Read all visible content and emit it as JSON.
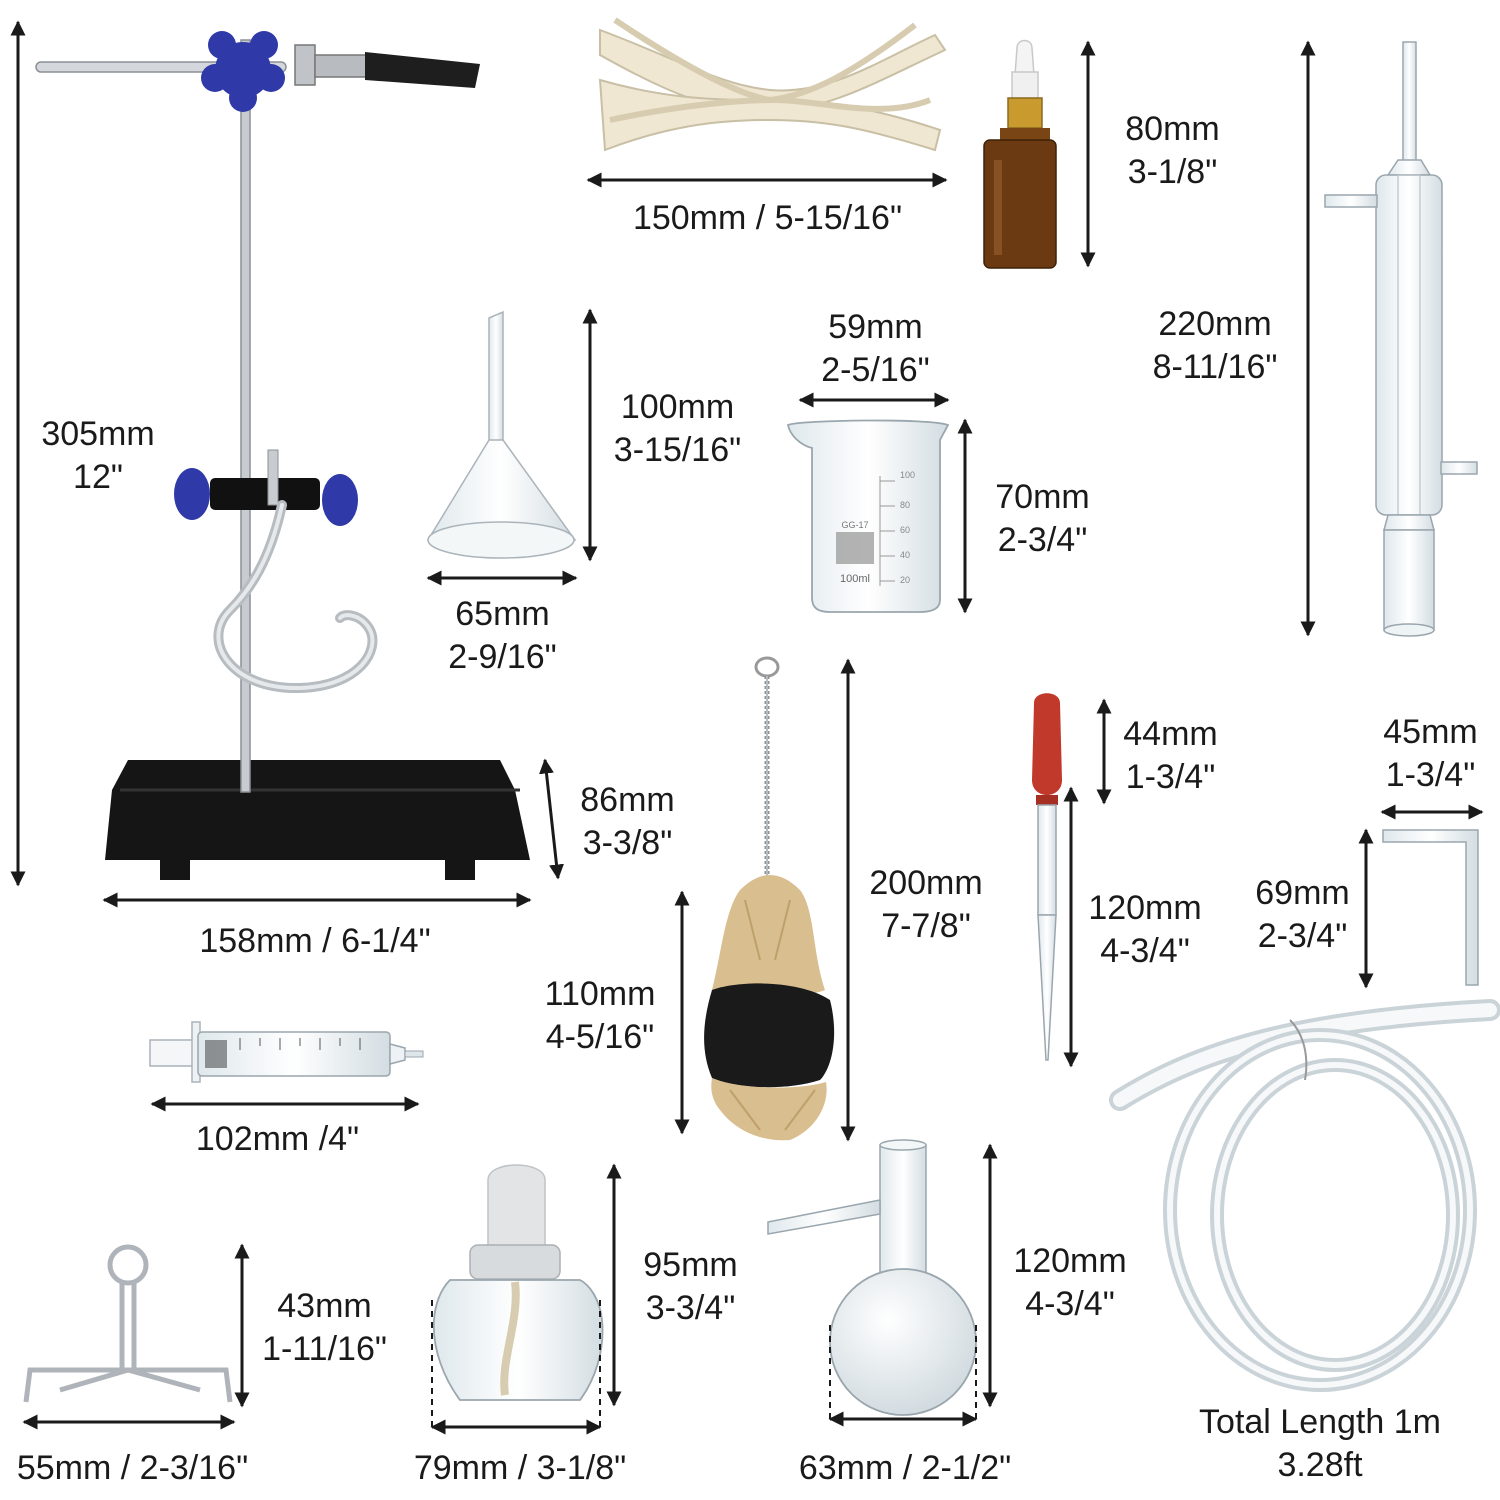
{
  "product": "Lab distillation kit dimension chart",
  "colors": {
    "text": "#1a1a1a",
    "arrow": "#1a1a1a",
    "knob_blue": "#2f3aa8",
    "base_black": "#151515",
    "glass": "#e7eef2",
    "glass_stroke": "#9aa6ad",
    "cotton": "#efe7d2",
    "amber": "#6b3a12",
    "red_bulb": "#c0392b",
    "bristle_tan": "#d9bf8f"
  },
  "items": {
    "stand": {
      "icon": "ring-stand-icon",
      "height": [
        "305mm",
        "12\""
      ],
      "width": "158mm / 6-1/4\""
    },
    "stand_base": {
      "icon": "stand-base-icon",
      "height": [
        "86mm",
        "3-3/8\""
      ]
    },
    "wicks": {
      "icon": "cotton-wicks-icon",
      "width": "150mm / 5-15/16\""
    },
    "dropper_bottle": {
      "icon": "amber-dropper-bottle-icon",
      "height": [
        "80mm",
        "3-1/8\""
      ]
    },
    "condenser": {
      "icon": "condenser-icon",
      "height": [
        "220mm",
        "8-11/16\""
      ]
    },
    "funnel": {
      "icon": "funnel-icon",
      "height": [
        "100mm",
        "3-15/16\""
      ],
      "width": [
        "65mm",
        "2-9/16\""
      ]
    },
    "beaker": {
      "icon": "beaker-icon",
      "width": [
        "59mm",
        "2-5/16\""
      ],
      "height": [
        "70mm",
        "2-3/4\""
      ],
      "print": {
        "brand": "GG-17",
        "capacity": "100ml",
        "marks": [
          "100",
          "80",
          "60",
          "40",
          "20"
        ]
      }
    },
    "brush": {
      "icon": "bottle-brush-icon",
      "total": [
        "200mm",
        "7-7/8\""
      ],
      "head": [
        "110mm",
        "4-5/16\""
      ]
    },
    "pipette": {
      "icon": "glass-pipette-icon",
      "bulb": [
        "44mm",
        "1-3/4\""
      ],
      "tube": [
        "120mm",
        "4-3/4\""
      ]
    },
    "bent_tube": {
      "icon": "bent-glass-tube-icon",
      "width": [
        "45mm",
        "1-3/4\""
      ],
      "height": [
        "69mm",
        "2-3/4\""
      ]
    },
    "syringe": {
      "icon": "syringe-icon",
      "width": "102mm /4\""
    },
    "tubing": {
      "icon": "silicone-tubing-icon",
      "length": [
        "Total Length 1m",
        "3.28ft"
      ]
    },
    "tripod": {
      "icon": "wire-tripod-icon",
      "height": [
        "43mm",
        "1-11/16\""
      ],
      "width": "55mm / 2-3/16\""
    },
    "burner": {
      "icon": "alcohol-burner-icon",
      "height": [
        "95mm",
        "3-3/4\""
      ],
      "width": "79mm / 3-1/8\""
    },
    "flask": {
      "icon": "round-flask-icon",
      "height": [
        "120mm",
        "4-3/4\""
      ],
      "width": "63mm / 2-1/2\""
    }
  }
}
